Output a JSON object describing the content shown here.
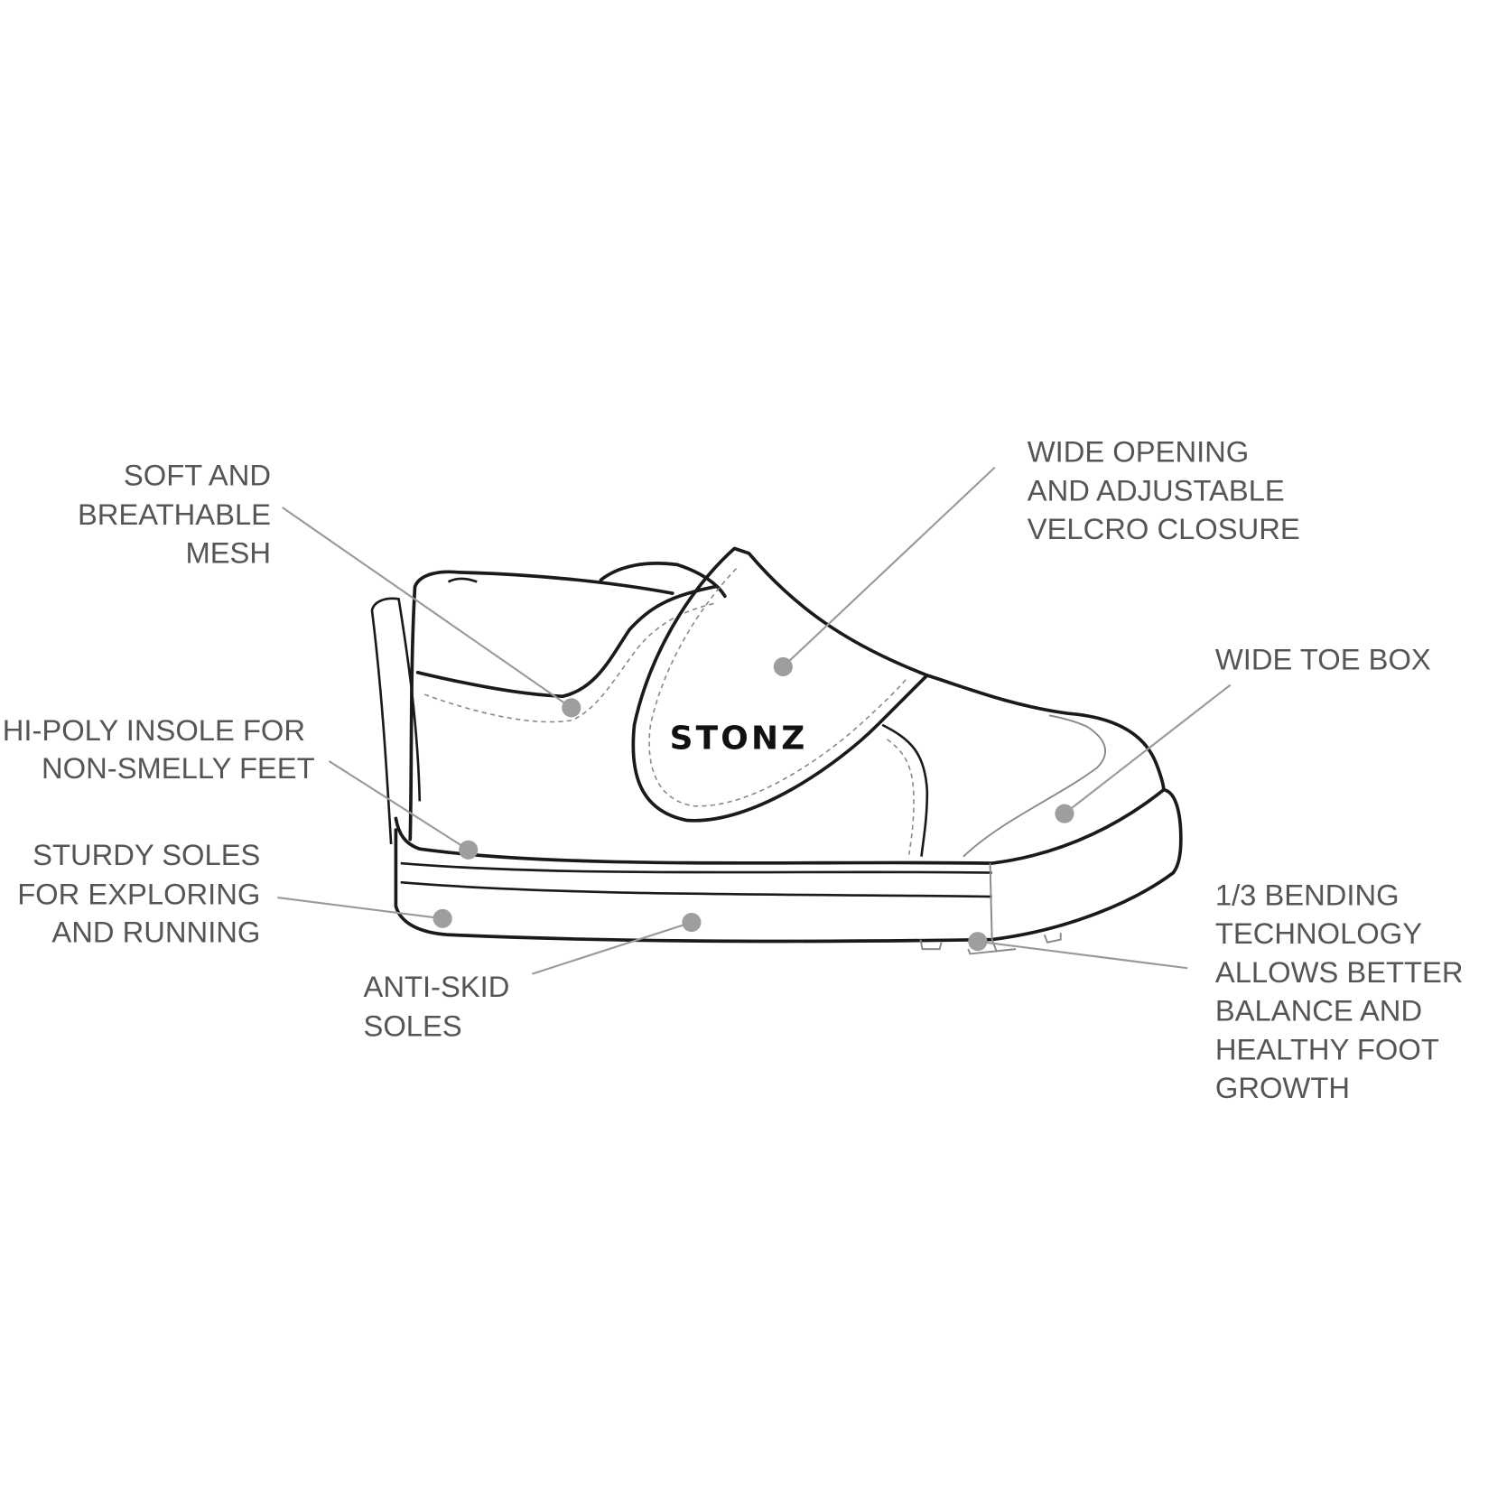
{
  "brand_logo": "STONZ",
  "colors": {
    "label_text": "#555555",
    "leader_line": "#999999",
    "dot": "#9e9e9e",
    "outline": "#1a1a1a"
  },
  "callouts": [
    {
      "id": "mesh",
      "lines": [
        "SOFT AND",
        "BREATHABLE",
        "MESH"
      ]
    },
    {
      "id": "velcro",
      "lines": [
        "WIDE OPENING",
        "AND ADJUSTABLE",
        "VELCRO CLOSURE"
      ]
    },
    {
      "id": "toe-box",
      "lines": [
        "WIDE TOE BOX"
      ]
    },
    {
      "id": "insole",
      "lines": [
        "HI-POLY INSOLE FOR",
        "NON-SMELLY FEET"
      ]
    },
    {
      "id": "sturdy-soles",
      "lines": [
        "STURDY SOLES",
        "FOR EXPLORING",
        "AND RUNNING"
      ]
    },
    {
      "id": "anti-skid",
      "lines": [
        "ANTI-SKID",
        "SOLES"
      ]
    },
    {
      "id": "bending",
      "lines": [
        "1/3 BENDING",
        "TECHNOLOGY",
        "ALLOWS BETTER",
        "BALANCE AND",
        "HEALTHY FOOT",
        "GROWTH"
      ]
    }
  ]
}
